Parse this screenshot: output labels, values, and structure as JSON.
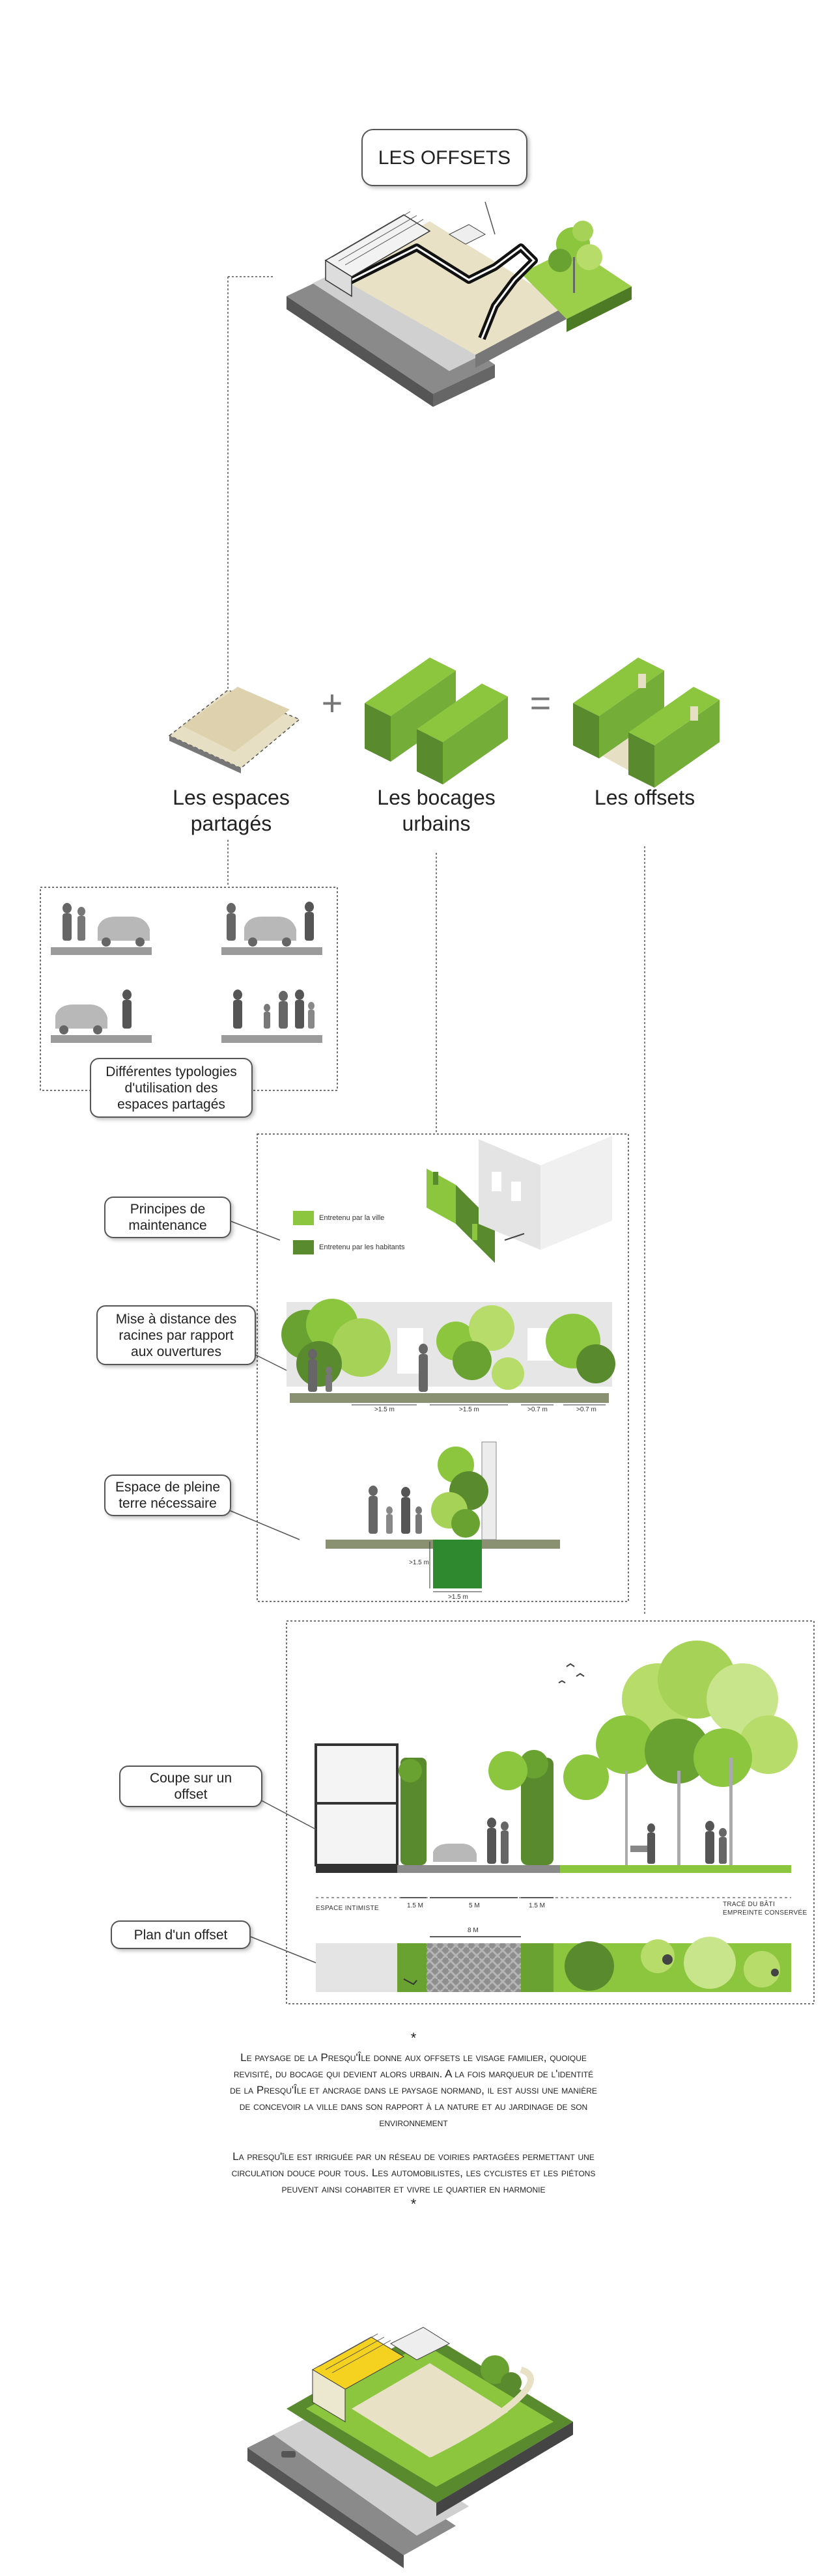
{
  "top": {
    "title": "LES OFFSETS"
  },
  "equation": {
    "plus": "+",
    "equals": "=",
    "espaces": {
      "line1": "Les espaces",
      "line2": "partagés"
    },
    "bocages": {
      "line1": "Les bocages",
      "line2": "urbains"
    },
    "offsets": {
      "label": "Les offsets"
    }
  },
  "typologies": {
    "line1": "Différentes typologies",
    "line2": "d'utilisation des",
    "line3": "espaces partagés"
  },
  "maintenance": {
    "callout": {
      "line1": "Principes de",
      "line2": "maintenance"
    },
    "legend_ville": "Entretenu par la ville",
    "legend_habitants": "Entretenu par les habitants",
    "colors": {
      "ville": "#8cc63f",
      "habitants": "#5a8a2e"
    }
  },
  "racines": {
    "callout": {
      "line1": "Mise à distance des",
      "line2": "racines par rapport",
      "line3": "aux ouvertures"
    },
    "dims": [
      ">1.5 m",
      ">1.5 m",
      ">0.7 m",
      ">0.7 m"
    ]
  },
  "pleine_terre": {
    "callout": {
      "line1": "Espace de pleine",
      "line2": "terre nécessaire"
    },
    "dim_v": ">1.5 m",
    "dim_h": ">1.5 m"
  },
  "coupe": {
    "callout": {
      "line1": "Coupe sur un",
      "line2": "offset"
    },
    "left_label": "Espace intimiste",
    "right_label_1": "Tracé du bâti",
    "right_label_2": "empreinte conservée",
    "dims": [
      "1.5 M",
      "5 M",
      "1.5 M"
    ]
  },
  "plan": {
    "callout": "Plan d'un offset",
    "dim": "8 M"
  },
  "text": {
    "star1": "*",
    "p1_1": "Le paysage de la Presqu'Île donne aux offsets le visage familier, quoique",
    "p1_2": "revisité, du bocage qui devient alors urbain. A la fois marqueur de l'identité",
    "p1_3": "de la Presqu'Île et ancrage dans le paysage normand, il est aussi une manière",
    "p1_4": "de concevoir la ville dans son rapport à la nature et au jardinage de son",
    "p1_5": "environnement",
    "p2_1": "La presqu'île est irriguée par un réseau de voiries partagées permettant une",
    "p2_2": "circulation douce pour tous. Les automobilistes, les cyclistes et les piétons",
    "p2_3": "peuvent ainsi cohabiter et vivre le quartier en harmonie",
    "star2": "*"
  },
  "palette": {
    "light_green": "#8cc63f",
    "dark_green": "#5a8a2e",
    "sand": "#e6dfc4",
    "grey": "#9b9b9b",
    "road": "#7a7a7a"
  }
}
